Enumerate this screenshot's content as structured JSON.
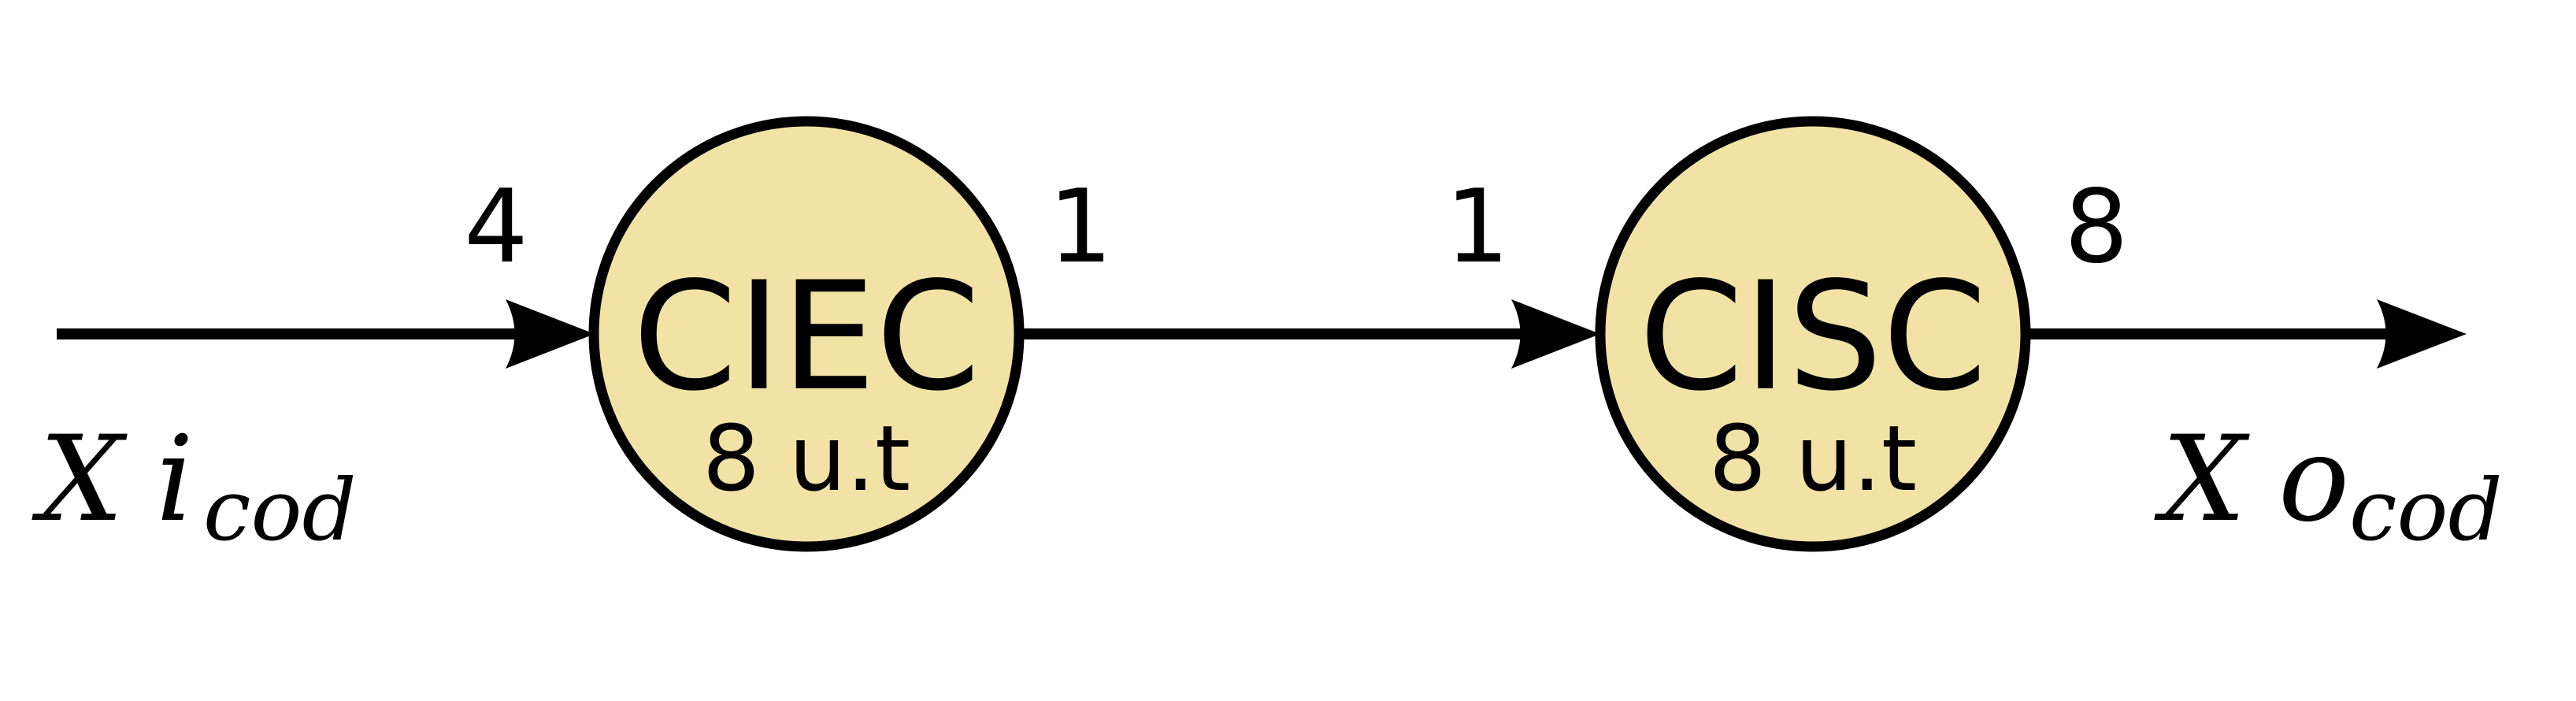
{
  "diagram": {
    "nodes": [
      {
        "name": "CIEC",
        "time": "8 u.t",
        "fill": "#f2e2a5"
      },
      {
        "name": "CISC",
        "time": "8 u.t",
        "fill": "#f2e2a5"
      }
    ],
    "rates": {
      "input_to_ciec": "4",
      "ciec_output": "1",
      "cisc_input": "1",
      "cisc_output": "8"
    },
    "input_label": {
      "main": "X",
      "sub1": "i",
      "sub2": "cod"
    },
    "output_label": {
      "main": "X",
      "sub1": "o",
      "sub2": "cod"
    }
  }
}
